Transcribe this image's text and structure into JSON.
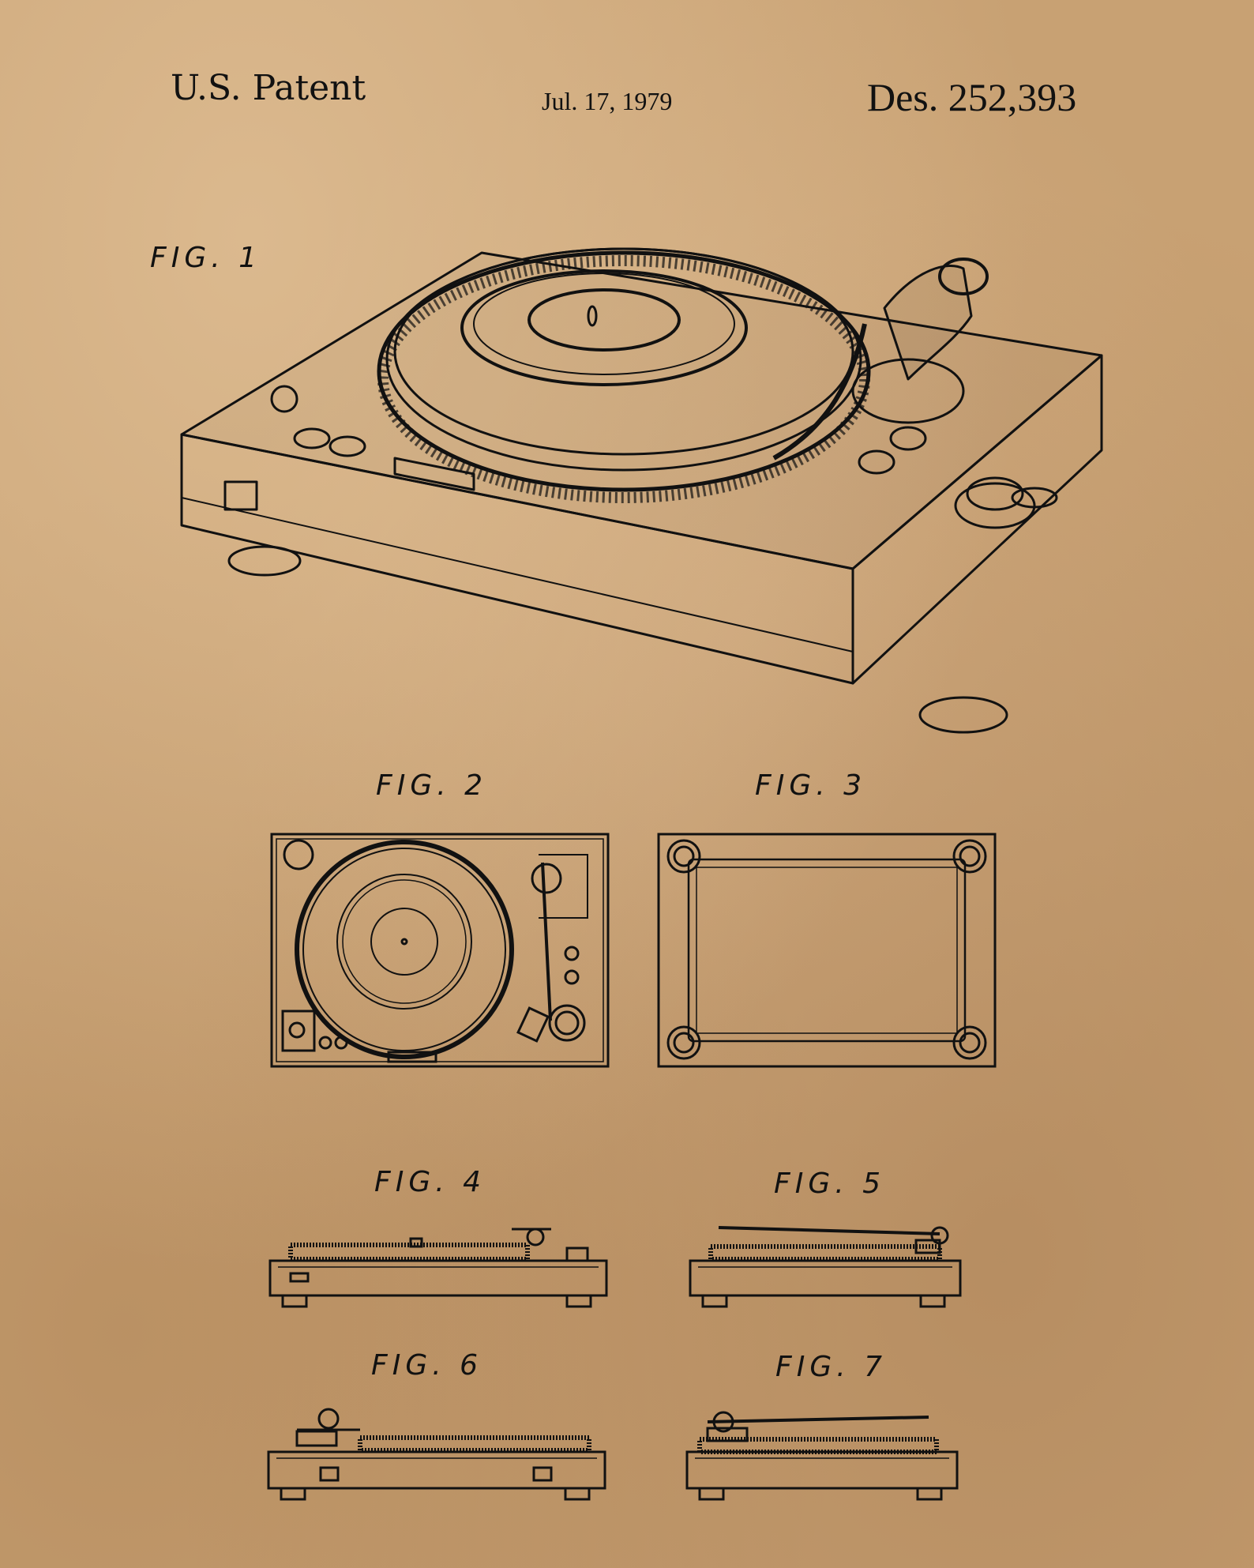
{
  "header": {
    "left": "U.S. Patent",
    "date": "Jul. 17, 1979",
    "patent_number": "Des. 252,393"
  },
  "figures": {
    "fig1": "FIG. 1",
    "fig2": "FIG. 2",
    "fig3": "FIG. 3",
    "fig4": "FIG. 4",
    "fig5": "FIG. 5",
    "fig6": "FIG. 6",
    "fig7": "FIG. 7"
  },
  "colors": {
    "paper": "#c8a173",
    "ink": "#111111"
  }
}
